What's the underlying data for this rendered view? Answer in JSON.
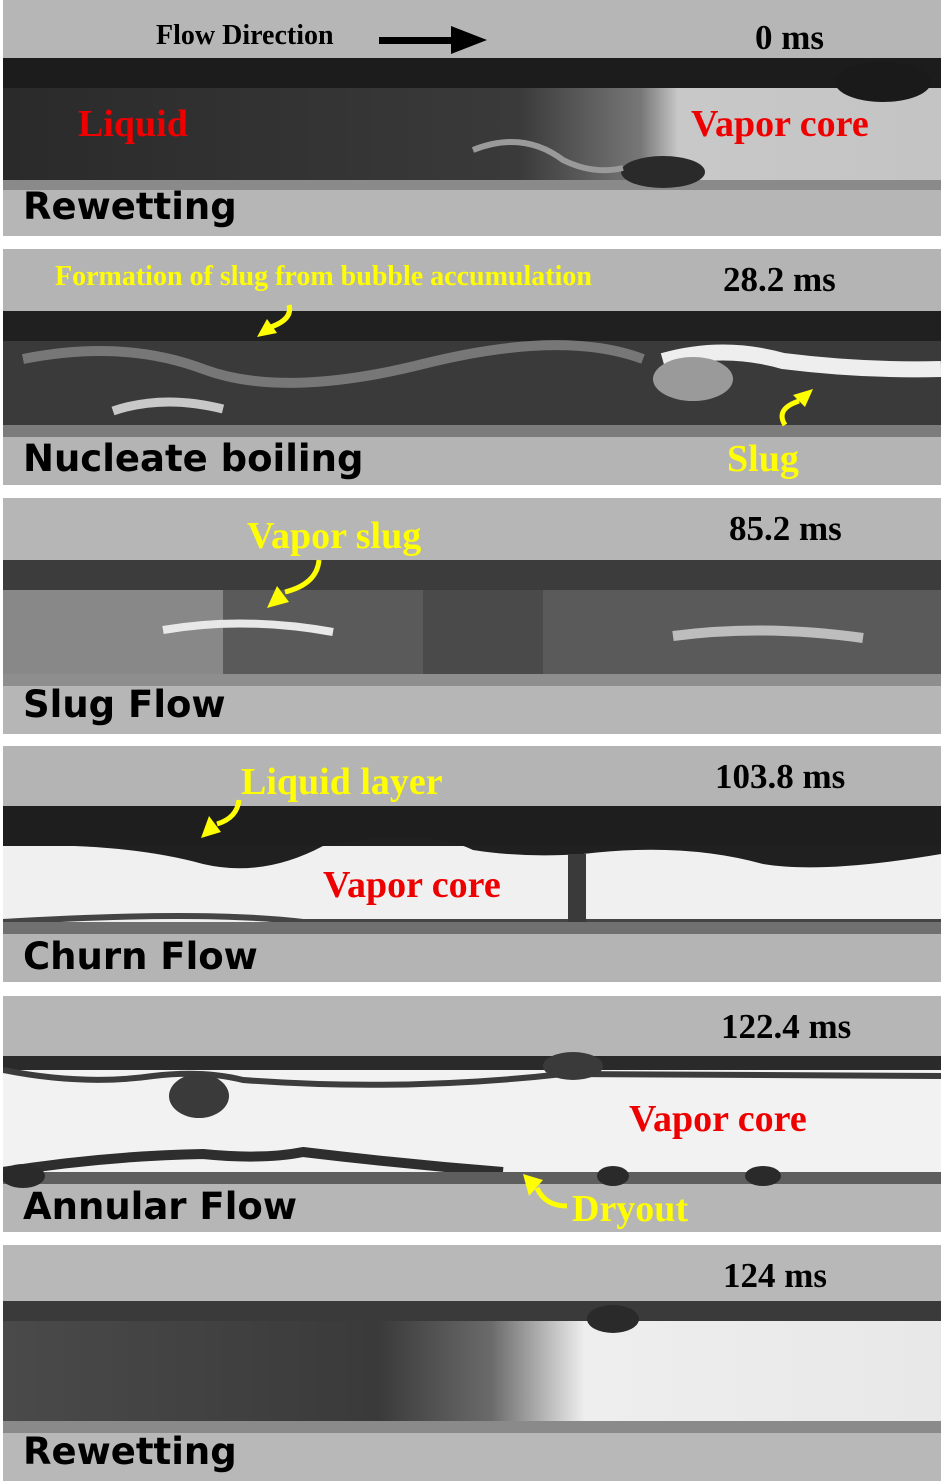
{
  "flow_direction_label": "Flow Direction",
  "panels": [
    {
      "time": "0 ms",
      "regime": "Rewetting",
      "annotations": {
        "left_red": "Liquid",
        "right_red": "Vapor core"
      }
    },
    {
      "time": "28.2 ms",
      "regime": "Nucleate boiling",
      "annotations": {
        "top_yellow": "Formation of slug from bubble accumulation",
        "yellow": "Slug"
      }
    },
    {
      "time": "85.2 ms",
      "regime": "Slug Flow",
      "annotations": {
        "yellow": "Vapor slug"
      }
    },
    {
      "time": "103.8 ms",
      "regime": "Churn Flow",
      "annotations": {
        "yellow": "Liquid layer",
        "red": "Vapor core"
      }
    },
    {
      "time": "122.4 ms",
      "regime": "Annular Flow",
      "annotations": {
        "red": "Vapor core",
        "yellow": "Dryout"
      }
    },
    {
      "time": "124 ms",
      "regime": "Rewetting",
      "annotations": {}
    }
  ],
  "colors": {
    "red_label": "#ee0000",
    "yellow_label": "#ffff00",
    "tube_dark": "#1e1e1e",
    "background_gray": "#b8b8b8"
  }
}
